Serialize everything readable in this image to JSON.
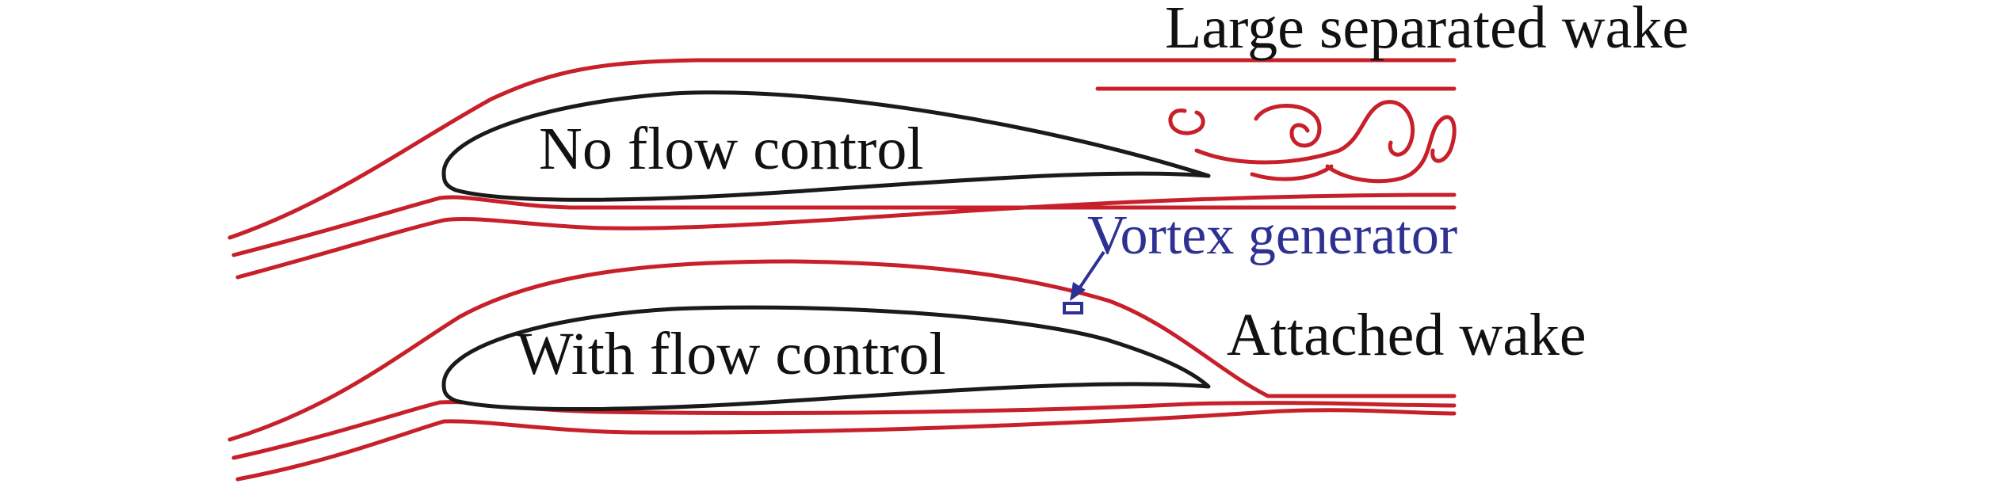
{
  "labels": {
    "top_airfoil": "No flow control",
    "bottom_airfoil": "With flow control",
    "wake_separated": "Large separated wake",
    "wake_attached": "Attached wake",
    "vortex_generator": "Vortex generator"
  },
  "colors": {
    "streamline": "#c8202a",
    "airfoil": "#1a1a1a",
    "airfoil_fill": "#ffffff",
    "vortex_generator": "#2e3192",
    "text": "#111111",
    "background": "#ffffff"
  }
}
